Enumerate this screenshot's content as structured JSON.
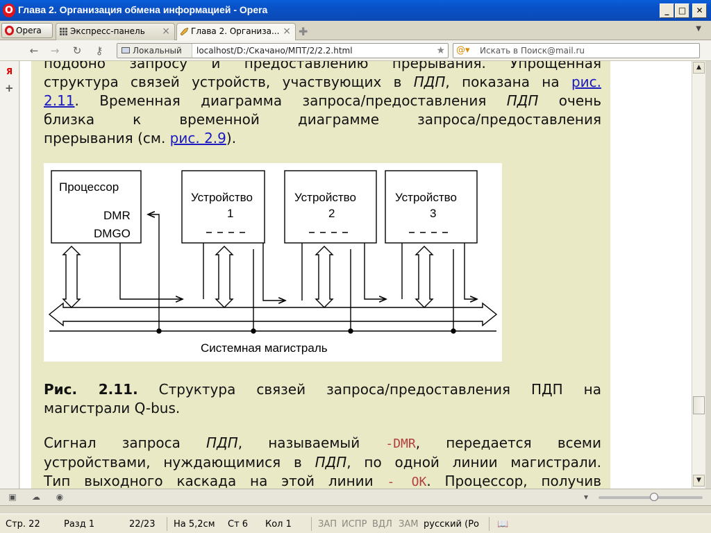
{
  "window": {
    "title": "Глава 2. Организация обмена информацией - Opera"
  },
  "tabs": {
    "menu_label": "Opera",
    "items": [
      {
        "label": "Экспресс-панель"
      },
      {
        "label": "Глава 2. Организа..."
      }
    ]
  },
  "address": {
    "badge": "Локальный",
    "url": "localhost/D:/Скачано/МПТ/2/2.2.html",
    "search_placeholder": "Искать в Поиск@mail.ru"
  },
  "content": {
    "p1_line1": "подобно запросу и предоставлению прерывания. Упрощенная",
    "p1_line2_a": "структура связей устройств, участвующих в ",
    "p1_pdp": "ПДП",
    "p1_line2_b": ", показана на ",
    "p1_link1": "рис.",
    "p1_link1b": "2.11",
    "p1_line3_a": ". Временная диаграмма запроса/предоставления ",
    "p1_line3_b": " очень",
    "p1_line4": "близка к временной диаграмме запроса/предоставления",
    "p1_line5_a": "прерывания (см. ",
    "p1_link2": "рис. 2.9",
    "p1_line5_b": ").",
    "caption_bold": "Рис. 2.11.",
    "caption_line1": " Структура связей запроса/предоставления ПДП на",
    "caption_line2": "магистрали Q-bus.",
    "p2_line1_a": "Сигнал запроса ",
    "p2_line1_b": ", называемый ",
    "p2_code1": "-DMR",
    "p2_line1_c": ", передается всеми",
    "p2_line2_a": "устройствами, нуждающимися в ",
    "p2_line2_b": ", по одной линии магистрали.",
    "p2_line3_a": "Тип выходного каскада на этой линии ",
    "p2_code2": "- ОК",
    "p2_line3_b": ". Процессор, получив"
  },
  "figure": {
    "processor_label": "Процессор",
    "dmr": "DMR",
    "dmgo": "DMGO",
    "devices": [
      {
        "name": "Устройство",
        "num": "1"
      },
      {
        "name": "Устройство",
        "num": "2"
      },
      {
        "name": "Устройство",
        "num": "3"
      }
    ],
    "bus_label": "Системная магистраль"
  },
  "word_status": {
    "page": "Стр. 22",
    "section": "Разд 1",
    "pages": "22/23",
    "at": "На 5,2см",
    "line": "Ст 6",
    "col": "Кол 1",
    "rec": "ЗАП",
    "trk": "ИСПР",
    "ext": "ВДЛ",
    "ovr": "ЗАМ",
    "lang": "русский (Ро"
  }
}
